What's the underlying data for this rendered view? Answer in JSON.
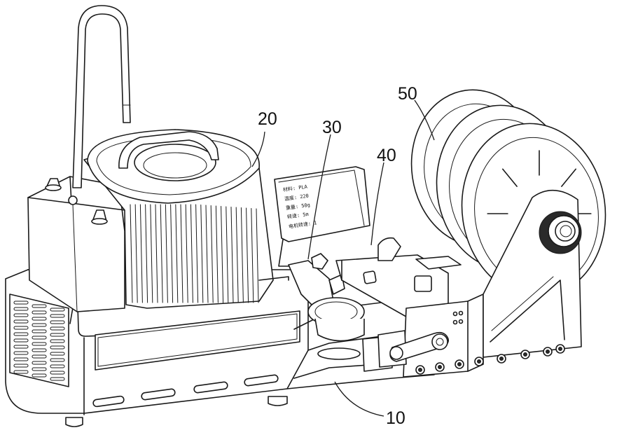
{
  "labels": {
    "ref_10": "10",
    "ref_20": "20",
    "ref_30": "30",
    "ref_40": "40",
    "ref_50": "50"
  },
  "screen_lines": [
    "材料: PLA",
    "温度: 220",
    "重量: 50g",
    "转速: 5m",
    "电机转速: 1"
  ]
}
